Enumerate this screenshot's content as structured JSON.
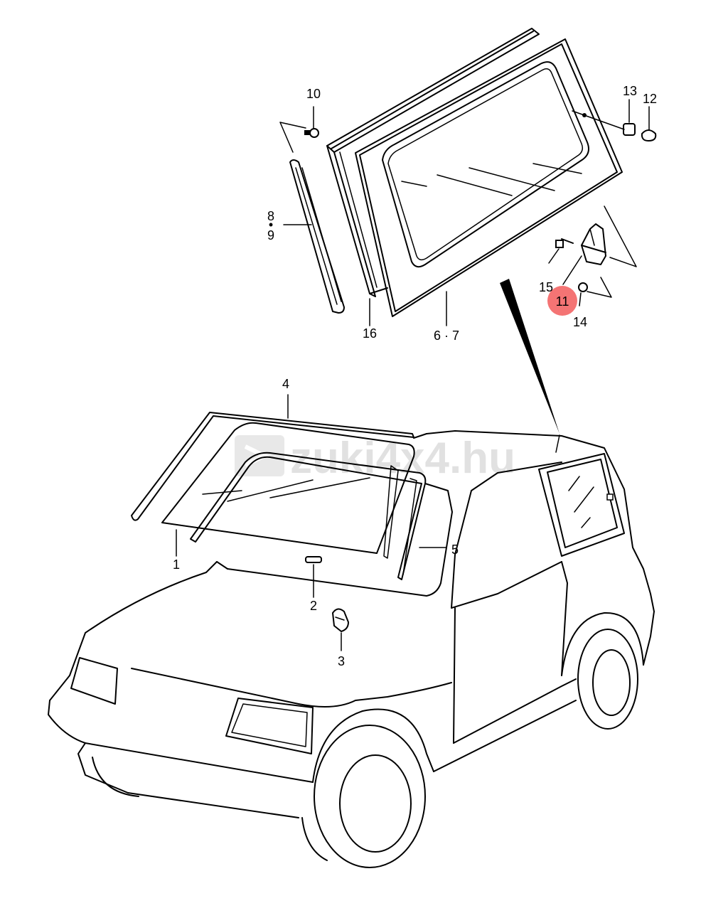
{
  "watermark": "zuki4x4.hu",
  "highlight_color": "#f25c5c",
  "callouts": [
    {
      "id": "1",
      "text": "1"
    },
    {
      "id": "2",
      "text": "2"
    },
    {
      "id": "3",
      "text": "3"
    },
    {
      "id": "4",
      "text": "4"
    },
    {
      "id": "5",
      "text": "5"
    },
    {
      "id": "6-7",
      "text": "6 · 7"
    },
    {
      "id": "8",
      "text": "8"
    },
    {
      "id": "8-9-dot",
      "text": "•"
    },
    {
      "id": "9",
      "text": "9"
    },
    {
      "id": "10",
      "text": "10"
    },
    {
      "id": "11",
      "text": "11",
      "highlighted": true
    },
    {
      "id": "12",
      "text": "12"
    },
    {
      "id": "13",
      "text": "13"
    },
    {
      "id": "14",
      "text": "14"
    },
    {
      "id": "15",
      "text": "15"
    },
    {
      "id": "16",
      "text": "16"
    }
  ]
}
